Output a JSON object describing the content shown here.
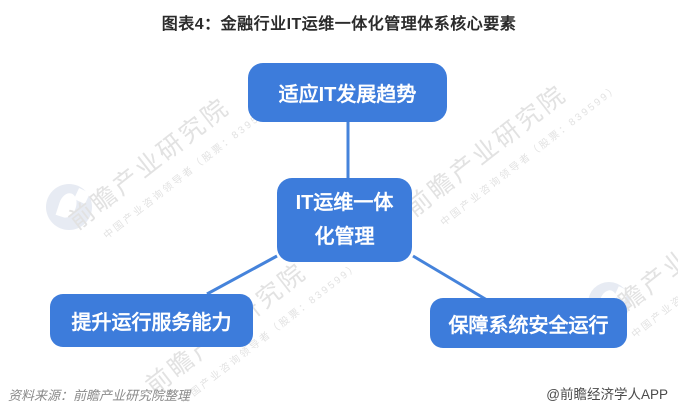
{
  "title": "图表4：金融行业IT运维一体化管理体系核心要素",
  "diagram": {
    "type": "hub-and-spoke",
    "center_node": "IT运维一体化管理",
    "top_node": "适应IT发展趋势",
    "bottom_left_node": "提升运行服务能力",
    "bottom_right_node": "保障系统安全运行"
  },
  "footer": {
    "source": "资料来源：前瞻产业研究院整理",
    "credit": "@前瞻经济学人APP"
  },
  "watermark": {
    "brand": "前瞻产业研究院",
    "tagline": "中国产业咨询领导者（股票：839599）"
  },
  "colors": {
    "node_blue": "#3D7CDB",
    "connector_blue": "#4583DB",
    "title_text": "#2B2B2B",
    "source_text": "#8A8A8A",
    "credit_text": "#4A4A4A",
    "watermark_text": "#E2E2E2",
    "watermark_logo": "#E7EBF3"
  }
}
